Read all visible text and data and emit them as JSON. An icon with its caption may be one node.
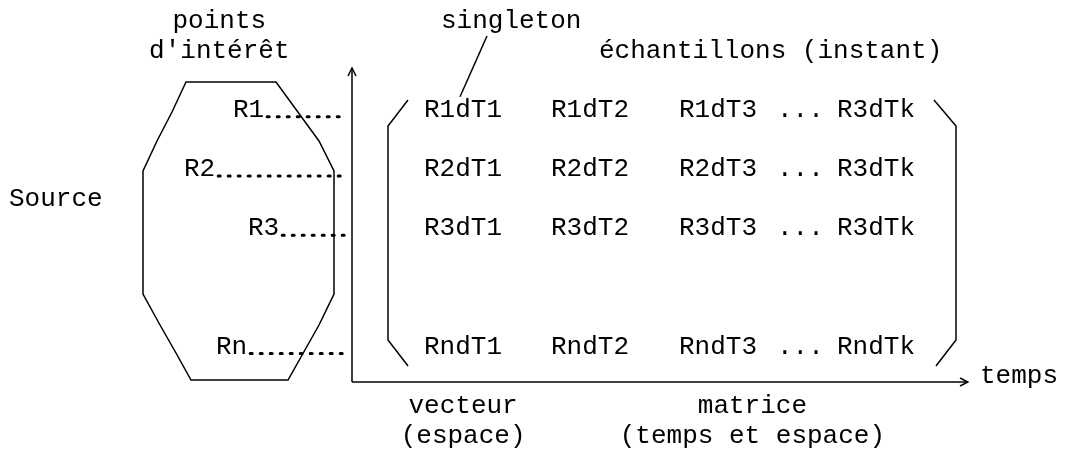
{
  "diagram": {
    "nodes": [
      {
        "text": [
          "Source"
        ]
      },
      {
        "text": [
          "singleton"
        ]
      },
      {
        "text": [
          "R1dT1"
        ]
      }
    ],
    "edges": [
      {
        "from": 1,
        "to": 2,
        "arrow": "none"
      }
    ],
    "labels": [
      "points d'intérêt",
      "échantillons (instant)",
      "R1",
      "R2",
      "R3",
      "Rn",
      "R1dT2",
      "R1dT3",
      "...",
      "R3dTk",
      "R2dT1",
      "R2dT2",
      "R2dT3",
      "...",
      "R3dTk",
      "R3dT1",
      "R3dT2",
      "R3dT3",
      "...",
      "R3dTk",
      "RndT1",
      "RndT2",
      "RndT3",
      "...",
      "RndTk",
      "temps",
      "vecteur (espace)",
      "matrice (temps et espace)"
    ]
  }
}
